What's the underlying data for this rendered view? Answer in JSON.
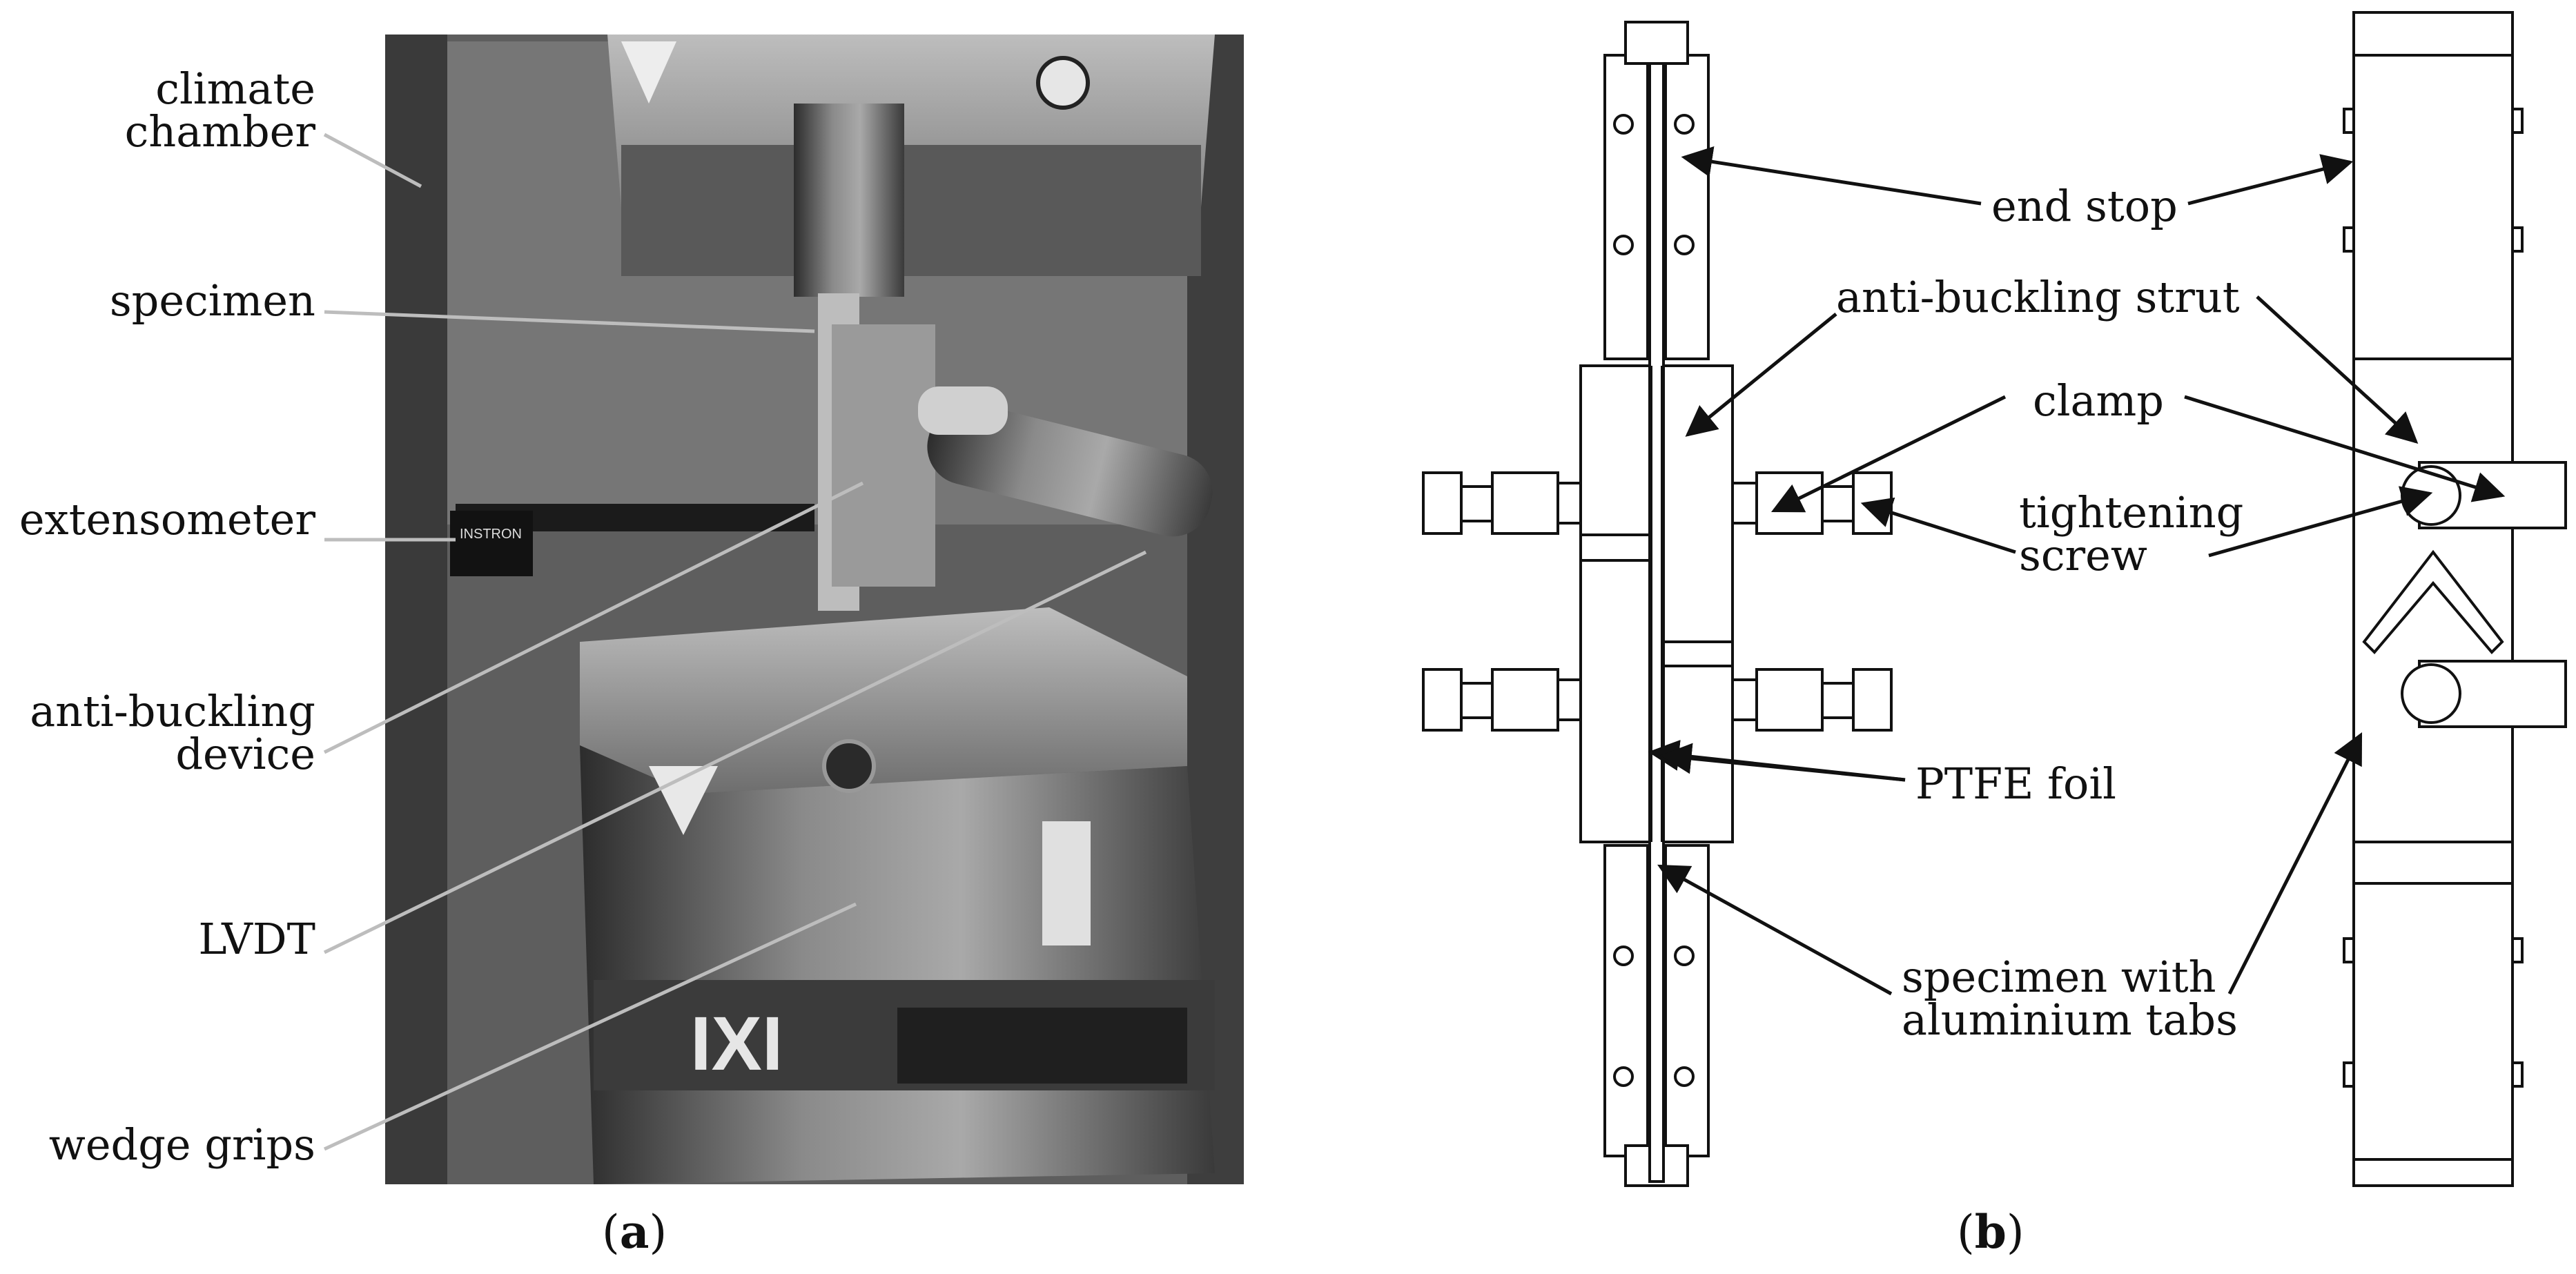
{
  "panel_a": {
    "labels": {
      "climate_chamber": [
        "climate",
        "chamber"
      ],
      "specimen": "specimen",
      "extensometer": "extensometer",
      "anti_buckling_device": [
        "anti-buckling",
        "device"
      ],
      "lvdt": "LVDT",
      "wedge_grips": "wedge grips"
    },
    "photo_text": {
      "instron_small": "INSTRON",
      "instron_logo": "IXI"
    },
    "caption": {
      "open": "(",
      "letter": "a",
      "close": ")"
    }
  },
  "panel_b": {
    "labels": {
      "end_stop": "end stop",
      "anti_buckling_strut": "anti-buckling strut",
      "clamp": "clamp",
      "tightening_screw": [
        "tightening",
        "screw"
      ],
      "ptfe_foil": "PTFE foil",
      "specimen_with_tabs": [
        "specimen with",
        "aluminium tabs"
      ]
    },
    "caption": {
      "open": "(",
      "letter": "b",
      "close": ")"
    }
  },
  "colors": {
    "photo_background": "#5e5e5e",
    "drawing_line": "#111111",
    "leader_gray": "#bdbdbd"
  }
}
